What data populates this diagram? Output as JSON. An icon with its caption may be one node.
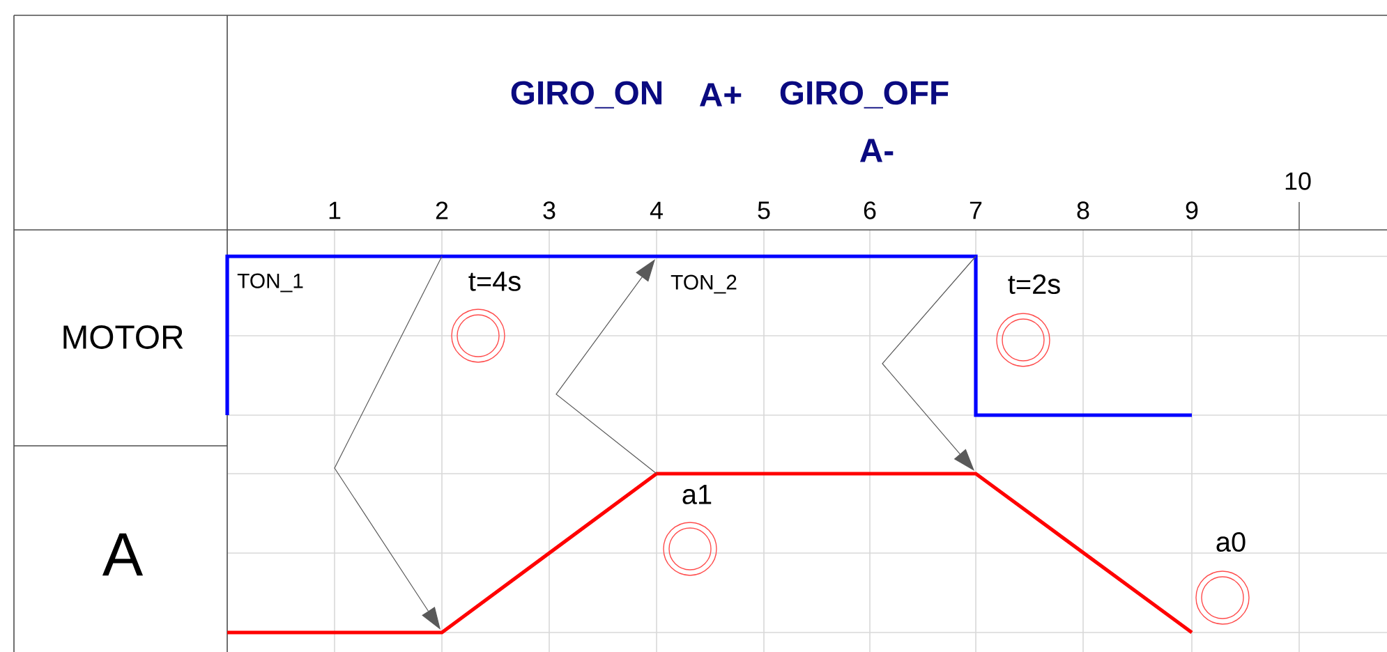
{
  "diagram": {
    "labels": [
      "GIRO_ON",
      "A+",
      "GIRO_OFF",
      "A-",
      "1",
      "2",
      "3",
      "4",
      "5",
      "6",
      "7",
      "8",
      "9",
      "10",
      "MOTOR",
      "TON_1",
      "t=4s",
      "TON_2",
      "t=2s",
      "A",
      "a1",
      "a0"
    ]
  }
}
